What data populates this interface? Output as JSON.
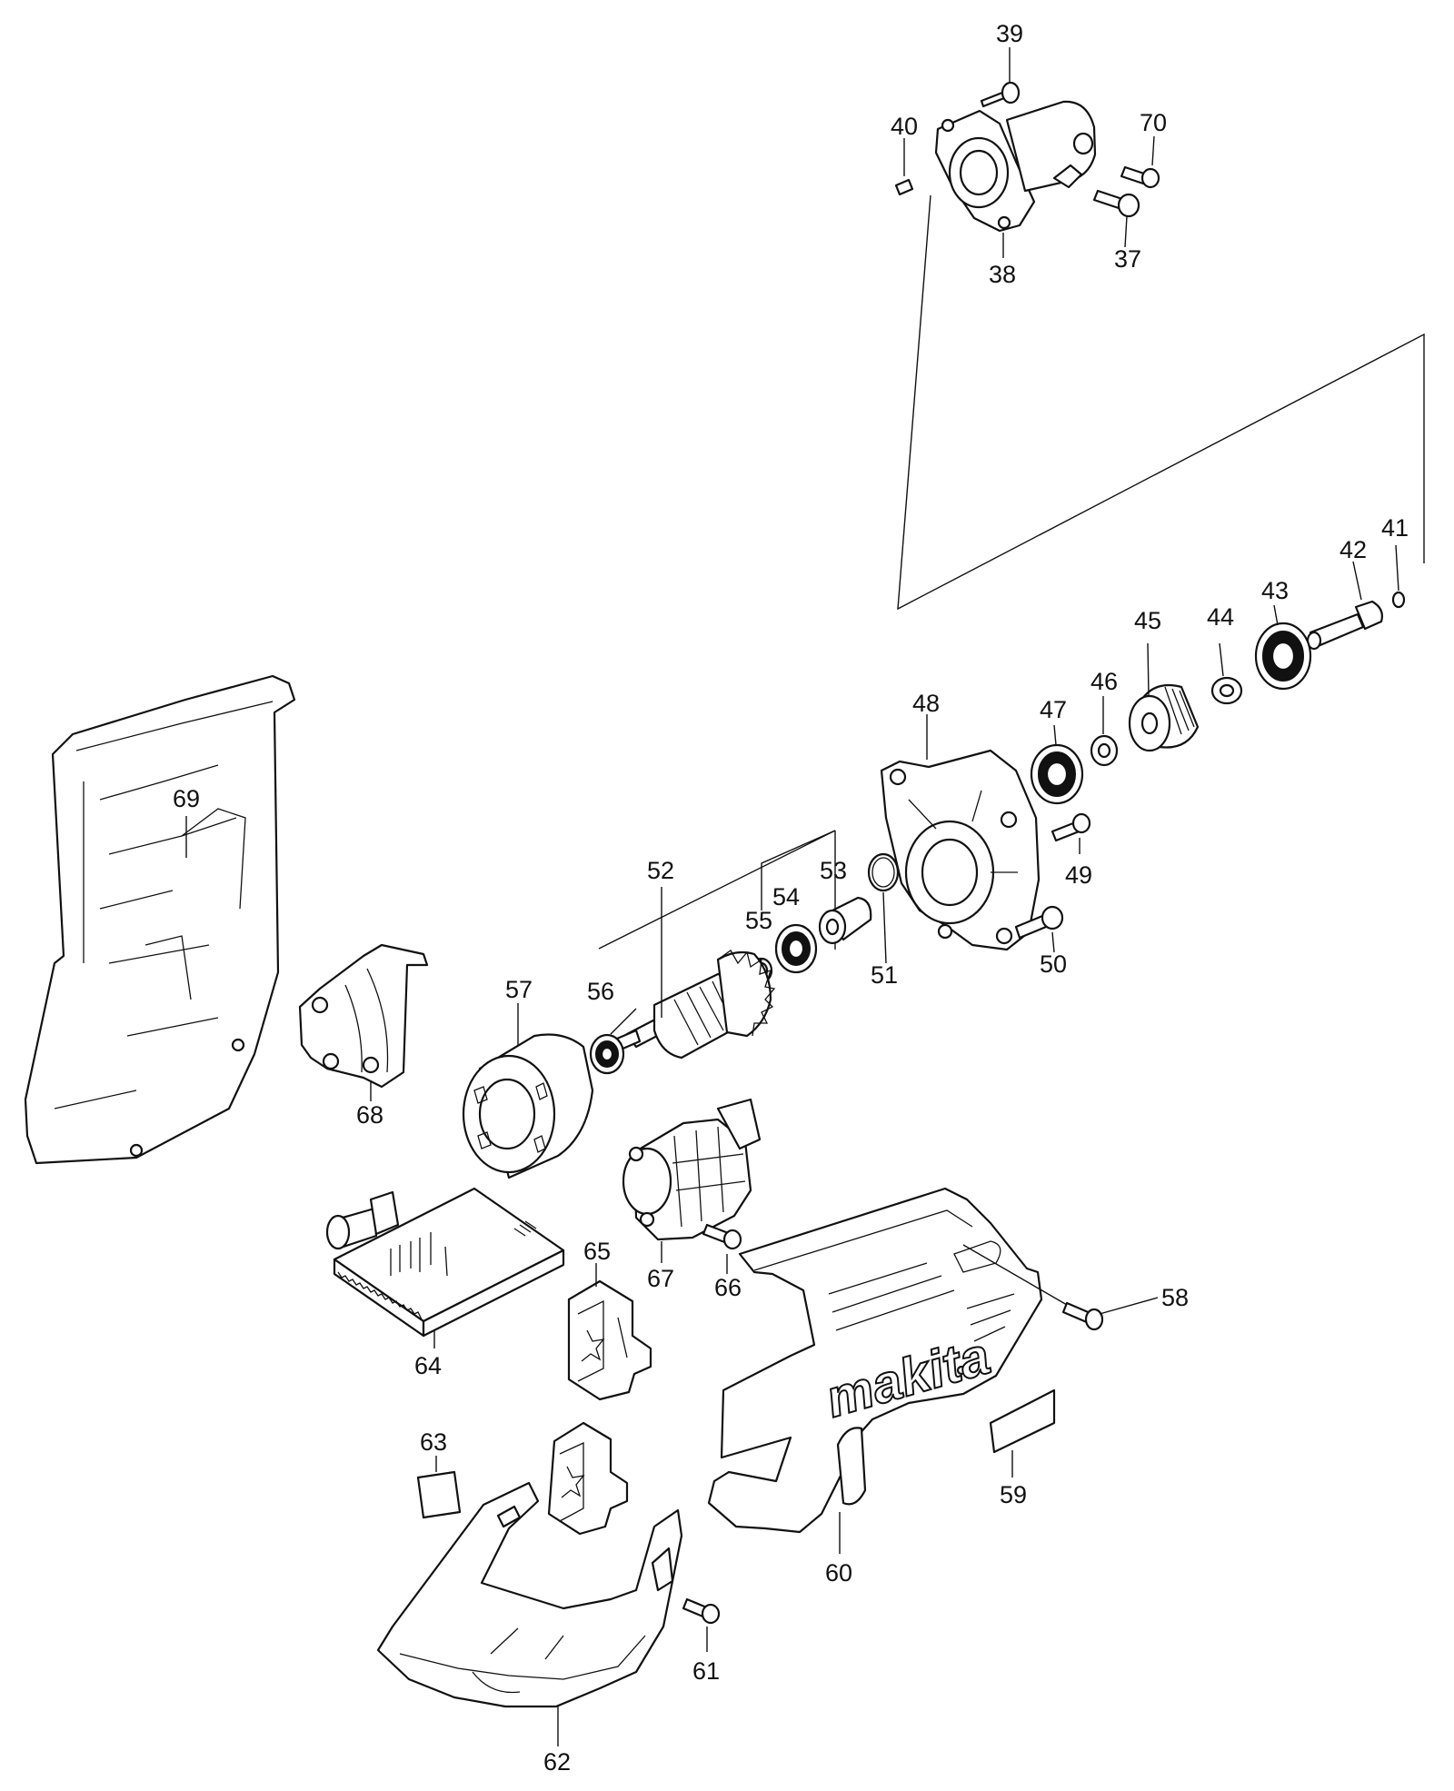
{
  "diagram": {
    "brand_text": "makita",
    "part_labels": {
      "p37": "37",
      "p38": "38",
      "p39": "39",
      "p40": "40",
      "p41": "41",
      "p42": "42",
      "p43": "43",
      "p44": "44",
      "p45": "45",
      "p46": "46",
      "p47": "47",
      "p48": "48",
      "p49": "49",
      "p50": "50",
      "p51": "51",
      "p52": "52",
      "p53": "53",
      "p54": "54",
      "p55": "55",
      "p56": "56",
      "p57": "57",
      "p58": "58",
      "p59": "59",
      "p60": "60",
      "p61": "61",
      "p62": "62",
      "p63": "63",
      "p64": "64",
      "p65": "65",
      "p66": "66",
      "p67": "67",
      "p68": "68",
      "p69": "69",
      "p70": "70"
    }
  }
}
